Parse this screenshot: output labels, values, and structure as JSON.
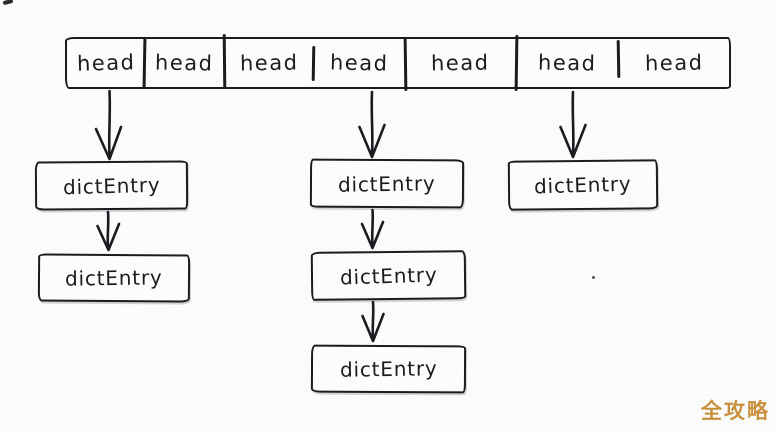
{
  "colors": {
    "ink": "#1b1b20",
    "background": "#fbfbfc",
    "watermark": "#c9913d"
  },
  "hash_array": {
    "cells": [
      {
        "label": "head"
      },
      {
        "label": "head"
      },
      {
        "label": "head"
      },
      {
        "label": "head"
      },
      {
        "label": "head"
      },
      {
        "label": "head"
      },
      {
        "label": "head"
      }
    ]
  },
  "chains": [
    {
      "entries": [
        {
          "label": "dictEntry"
        },
        {
          "label": "dictEntry"
        }
      ]
    },
    {
      "entries": [
        {
          "label": "dictEntry"
        },
        {
          "label": "dictEntry"
        },
        {
          "label": "dictEntry"
        }
      ]
    },
    {
      "entries": [
        {
          "label": "dictEntry"
        }
      ]
    }
  ],
  "links": [
    {
      "cell_index": 0,
      "chain_index": 0
    },
    {
      "cell_index": 3,
      "chain_index": 1
    },
    {
      "cell_index": 5,
      "chain_index": 2
    }
  ],
  "watermark": {
    "text": "全攻略"
  }
}
